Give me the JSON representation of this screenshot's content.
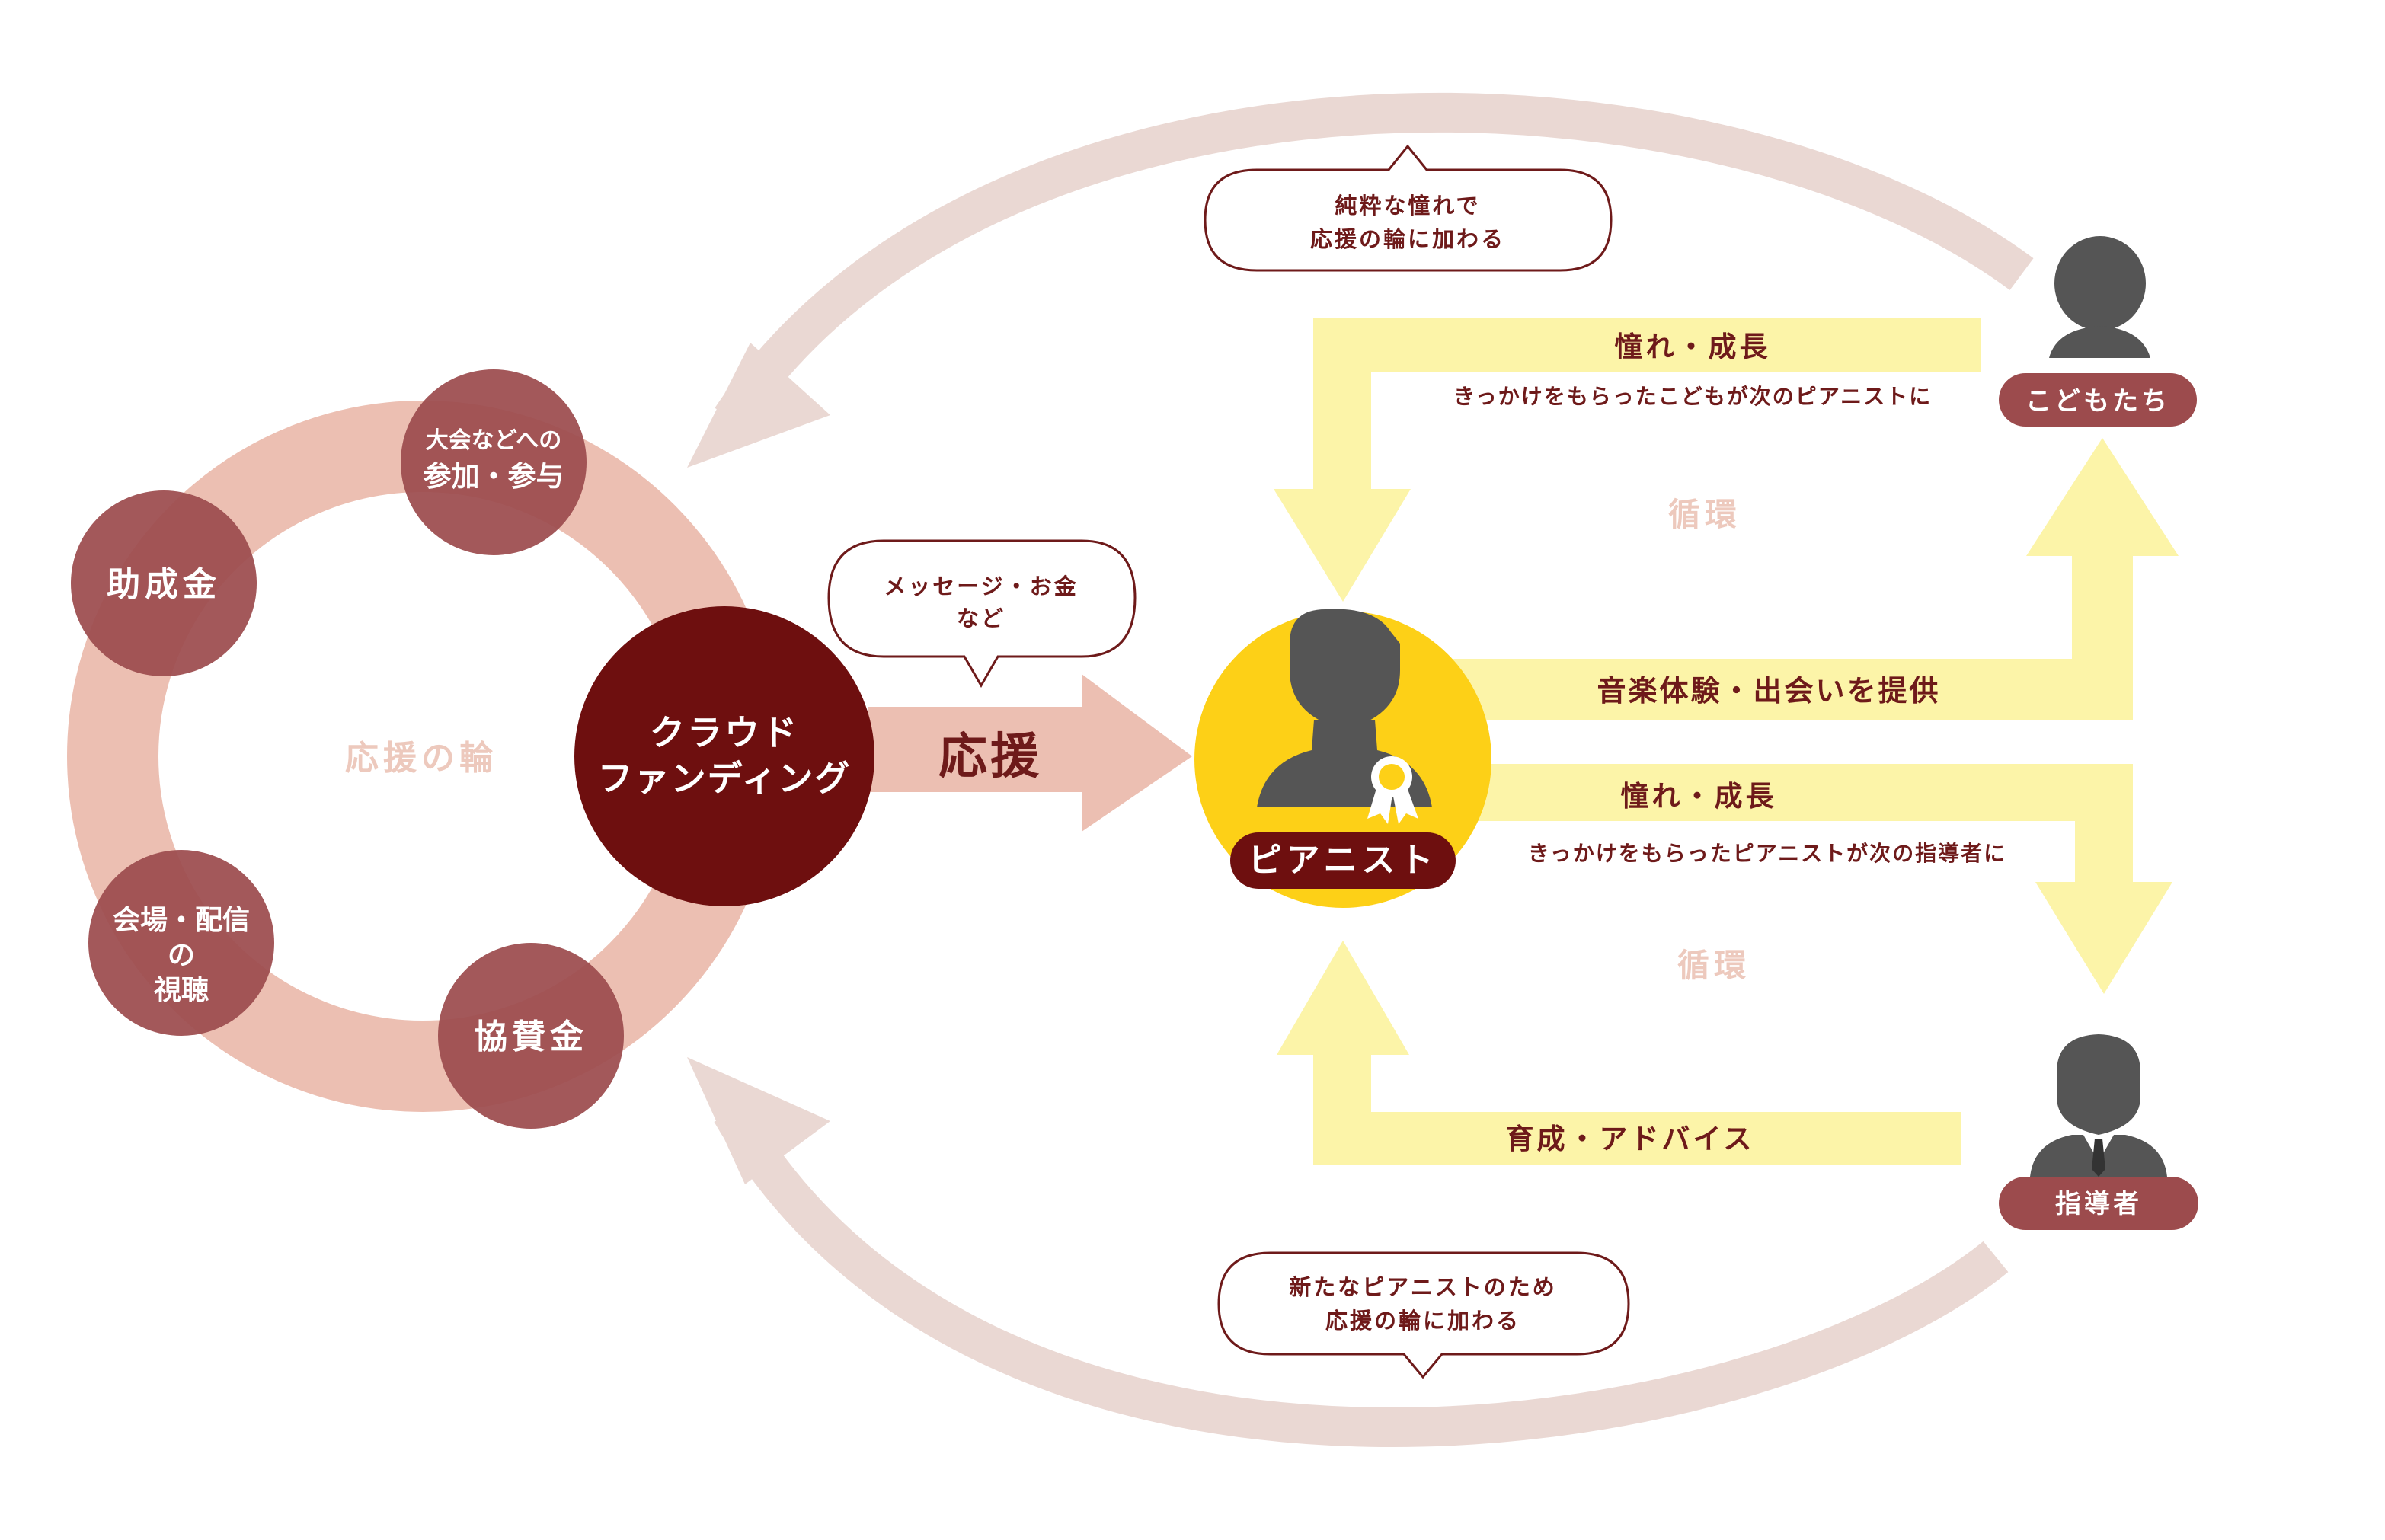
{
  "support_ring": {
    "label": "応援の輪",
    "items": [
      {
        "id": "taikai",
        "lines": [
          "大会などへの",
          "参加・参与"
        ]
      },
      {
        "id": "joseikin",
        "lines": [
          "助成金"
        ]
      },
      {
        "id": "kaijo",
        "lines": [
          "会場・配信",
          "の",
          "視聴"
        ]
      },
      {
        "id": "kyosan",
        "lines": [
          "協賛金"
        ]
      }
    ]
  },
  "crowdfunding": {
    "lines": [
      "クラウド",
      "ファンディング"
    ]
  },
  "support_arrow": {
    "label": "応援"
  },
  "bubbles": {
    "message": [
      "メッセージ・お金",
      "など"
    ],
    "top": [
      "純粋な憧れで",
      "応援の輪に加わる"
    ],
    "bottom": [
      "新たなピアニストのため",
      "応援の輪に加わる"
    ]
  },
  "pianist": {
    "label": "ピアニスト"
  },
  "children": {
    "label": "こどもたち"
  },
  "instructor": {
    "label": "指導者"
  },
  "flows": {
    "top_title": "憧れ・成長",
    "top_sub": "きっかけをもらったこどもが次のピアニストに",
    "top_cycle": "循環",
    "provide": "音楽体験・出会いを提供",
    "mid_title": "憧れ・成長",
    "mid_sub": "きっかけをもらったピアニストが次の指導者に",
    "bottom_cycle": "循環",
    "advice": "育成・アドバイス"
  },
  "colors": {
    "dark_red": "#6e0f0f",
    "node_red": "#9c4b4d",
    "ring_pink": "#ecbfb2",
    "yellow_circle": "#fdd017",
    "yellow_arrow": "#fcf4a8",
    "big_arrow": "#ead8d3",
    "person_gray": "#555555"
  }
}
